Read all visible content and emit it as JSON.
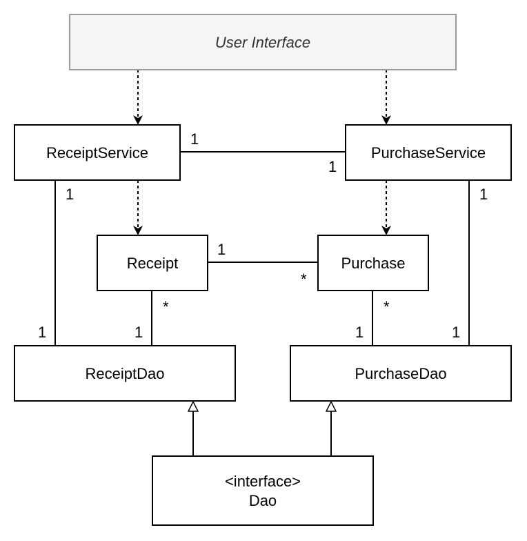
{
  "colors": {
    "stroke": "#000000",
    "ui_fill": "#f5f5f5",
    "ui_stroke": "#999999",
    "ui_text": "#333333",
    "box_fill": "#ffffff"
  },
  "boxes": {
    "user_interface": "User Interface",
    "receipt_service": "ReceiptService",
    "purchase_service": "PurchaseService",
    "receipt": "Receipt",
    "purchase": "Purchase",
    "receipt_dao": "ReceiptDao",
    "purchase_dao": "PurchaseDao",
    "dao_stereotype": "<interface>",
    "dao": "Dao"
  },
  "multiplicities": {
    "rs_ps_left": "1",
    "rs_ps_right": "1",
    "rs_rdao_top": "1",
    "rs_rdao_bottom": "1",
    "ps_pdao_top": "1",
    "ps_pdao_bottom": "1",
    "r_p_left": "1",
    "r_p_right": "*",
    "r_rdao_top": "*",
    "r_rdao_bottom": "1",
    "p_pdao_top": "*",
    "p_pdao_bottom": "1"
  }
}
